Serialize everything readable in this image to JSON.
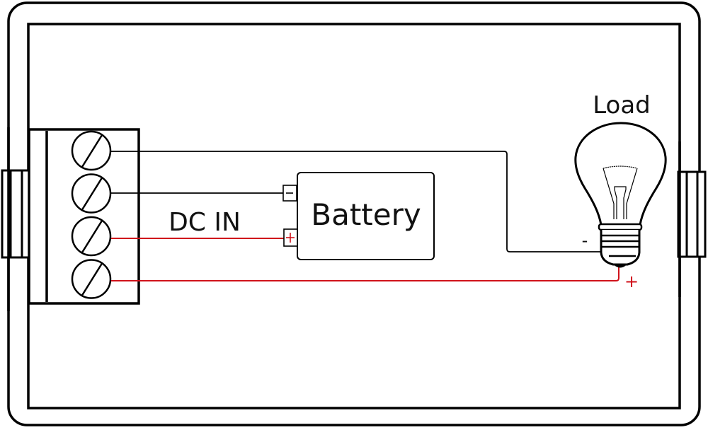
{
  "diagram": {
    "title": "DC meter wiring diagram",
    "labels": {
      "load": "Load",
      "battery": "Battery",
      "dc_in": "DC IN",
      "battery_negative": "−",
      "battery_positive": "+",
      "load_negative": "-",
      "load_positive": "+"
    },
    "terminal_block": {
      "terminal_count": 4
    },
    "wires": [
      {
        "from": "terminal-1",
        "to": "load-negative",
        "color_role": "negative"
      },
      {
        "from": "terminal-2",
        "to": "battery-negative",
        "color_role": "negative"
      },
      {
        "from": "terminal-3",
        "to": "battery-positive",
        "color_role": "positive"
      },
      {
        "from": "terminal-4",
        "to": "load-positive",
        "color_role": "positive"
      }
    ],
    "colors": {
      "outline": "#000000",
      "negative_wire": "#000000",
      "positive_wire": "#d0121b",
      "background": "#ffffff"
    }
  }
}
